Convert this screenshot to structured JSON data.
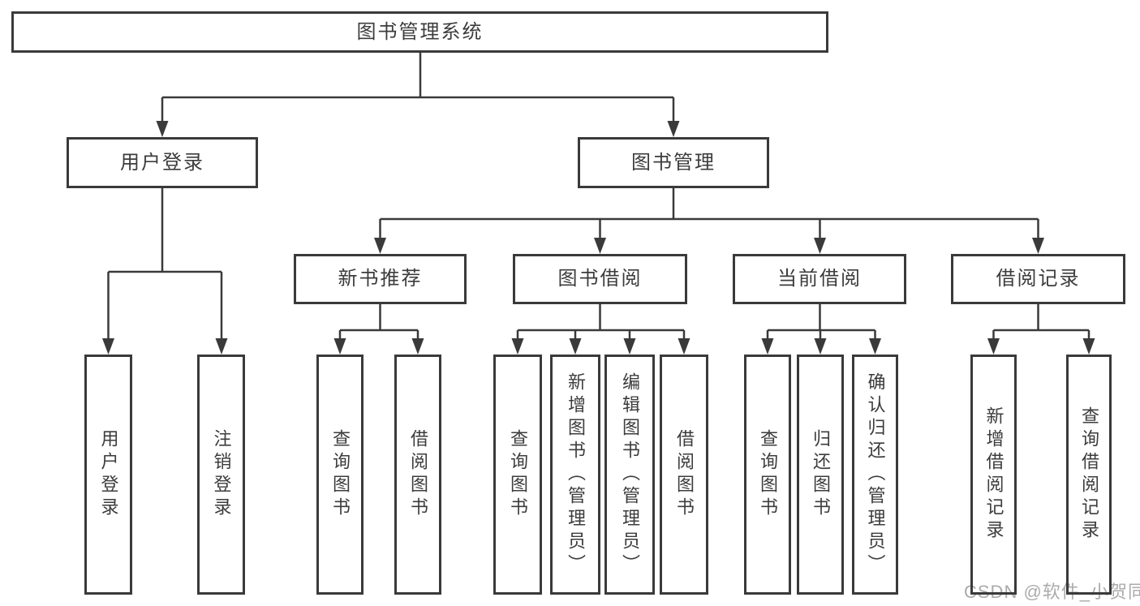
{
  "diagram_type": "hierarchy",
  "tree": {
    "label": "图书管理系统",
    "children": [
      {
        "label": "用户登录",
        "children": [
          {
            "label": "用户登录"
          },
          {
            "label": "注销登录"
          }
        ]
      },
      {
        "label": "图书管理",
        "children": [
          {
            "label": "新书推荐",
            "children": [
              {
                "label": "查询图书"
              },
              {
                "label": "借阅图书"
              }
            ]
          },
          {
            "label": "图书借阅",
            "children": [
              {
                "label": "查询图书"
              },
              {
                "label": "新增图书（管理员）"
              },
              {
                "label": "编辑图书（管理员）"
              },
              {
                "label": "借阅图书"
              }
            ]
          },
          {
            "label": "当前借阅",
            "children": [
              {
                "label": "查询图书"
              },
              {
                "label": "归还图书"
              },
              {
                "label": "确认归还（管理员）"
              }
            ]
          },
          {
            "label": "借阅记录",
            "children": [
              {
                "label": "新增借阅记录"
              },
              {
                "label": "查询借阅记录"
              }
            ]
          }
        ]
      }
    ]
  },
  "watermark": {
    "text": "CSDN @软件_小贺同学"
  },
  "colors": {
    "line": "#3a3a3a",
    "border": "#3a3a3a",
    "text": "#3c3c3c",
    "watermark": "#ababab",
    "background": "#ffffff"
  }
}
